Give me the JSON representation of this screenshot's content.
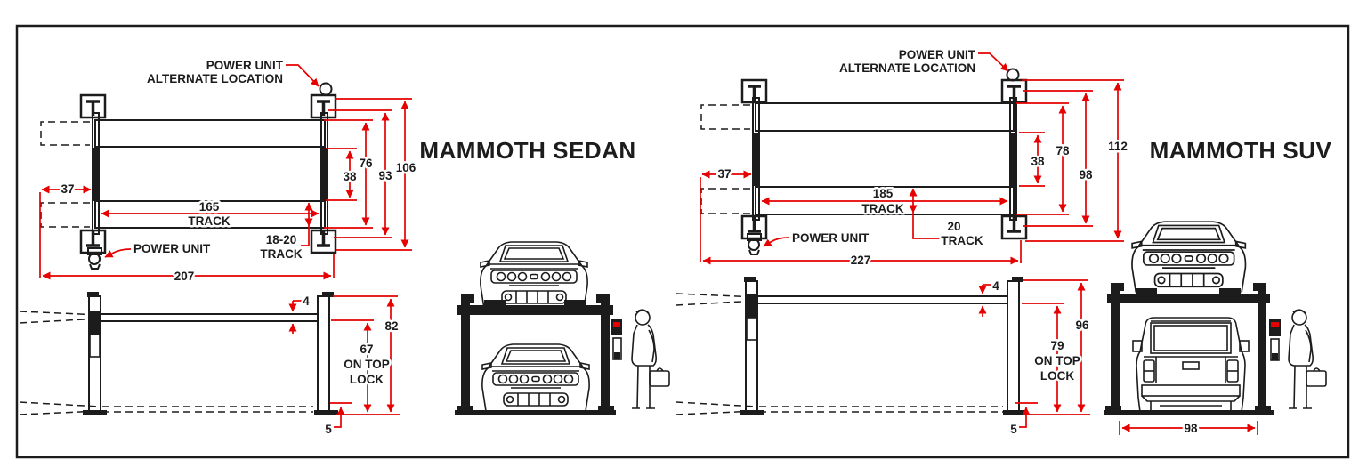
{
  "colors": {
    "dimension_red": "#e60000",
    "line_ink": "#1c1c1c"
  },
  "sedan": {
    "title": "MAMMOTH SEDAN",
    "plan": {
      "power_unit_alt_line1": "POWER UNIT",
      "power_unit_alt_line2": "ALTERNATE LOCATION",
      "power_unit_label": "POWER UNIT",
      "side_offset": "37",
      "track_length": "165",
      "track_length_word": "TRACK",
      "runway_gap": "38",
      "runways_outer_width": "76",
      "frame_width": "93",
      "overall_width": "106",
      "track_width": "18-20",
      "track_width_word": "TRACK",
      "overall_length": "207"
    },
    "side": {
      "runway_thickness": "4",
      "column_height": "82",
      "top_lock_value": "67",
      "top_lock_line2": "ON TOP",
      "top_lock_line3": "LOCK",
      "lowered_height": "5"
    }
  },
  "suv": {
    "title": "MAMMOTH SUV",
    "plan": {
      "power_unit_alt_line1": "POWER UNIT",
      "power_unit_alt_line2": "ALTERNATE LOCATION",
      "power_unit_label": "POWER UNIT",
      "side_offset": "37",
      "track_length": "185",
      "track_length_word": "TRACK",
      "runway_gap": "38",
      "runways_outer_width": "78",
      "frame_width": "98",
      "overall_width": "112",
      "track_width": "20",
      "track_width_word": "TRACK",
      "overall_length": "227"
    },
    "side": {
      "runway_thickness": "4",
      "column_height": "96",
      "top_lock_value": "79",
      "top_lock_line2": "ON TOP",
      "top_lock_line3": "LOCK",
      "lowered_height": "5"
    },
    "stack": {
      "width_between_columns": "98"
    }
  }
}
